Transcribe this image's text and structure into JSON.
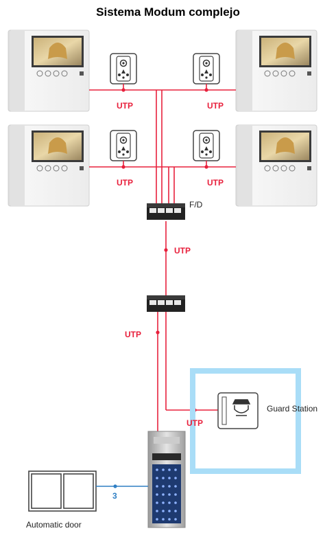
{
  "title": "Sistema Modum complejo",
  "labels": {
    "utp": "UTP",
    "fd": "F/D",
    "guard_station": "Guard Station",
    "automatic_door": "Automatic door",
    "wire_count": "3"
  },
  "colors": {
    "cable": "#e8203c",
    "door_cable": "#2f7fc4",
    "guard_area": "#a9ddf7",
    "device_outline": "#555555"
  },
  "icons": [
    "door-camera-icon",
    "guard-officer-icon",
    "rj45-port-icon"
  ]
}
